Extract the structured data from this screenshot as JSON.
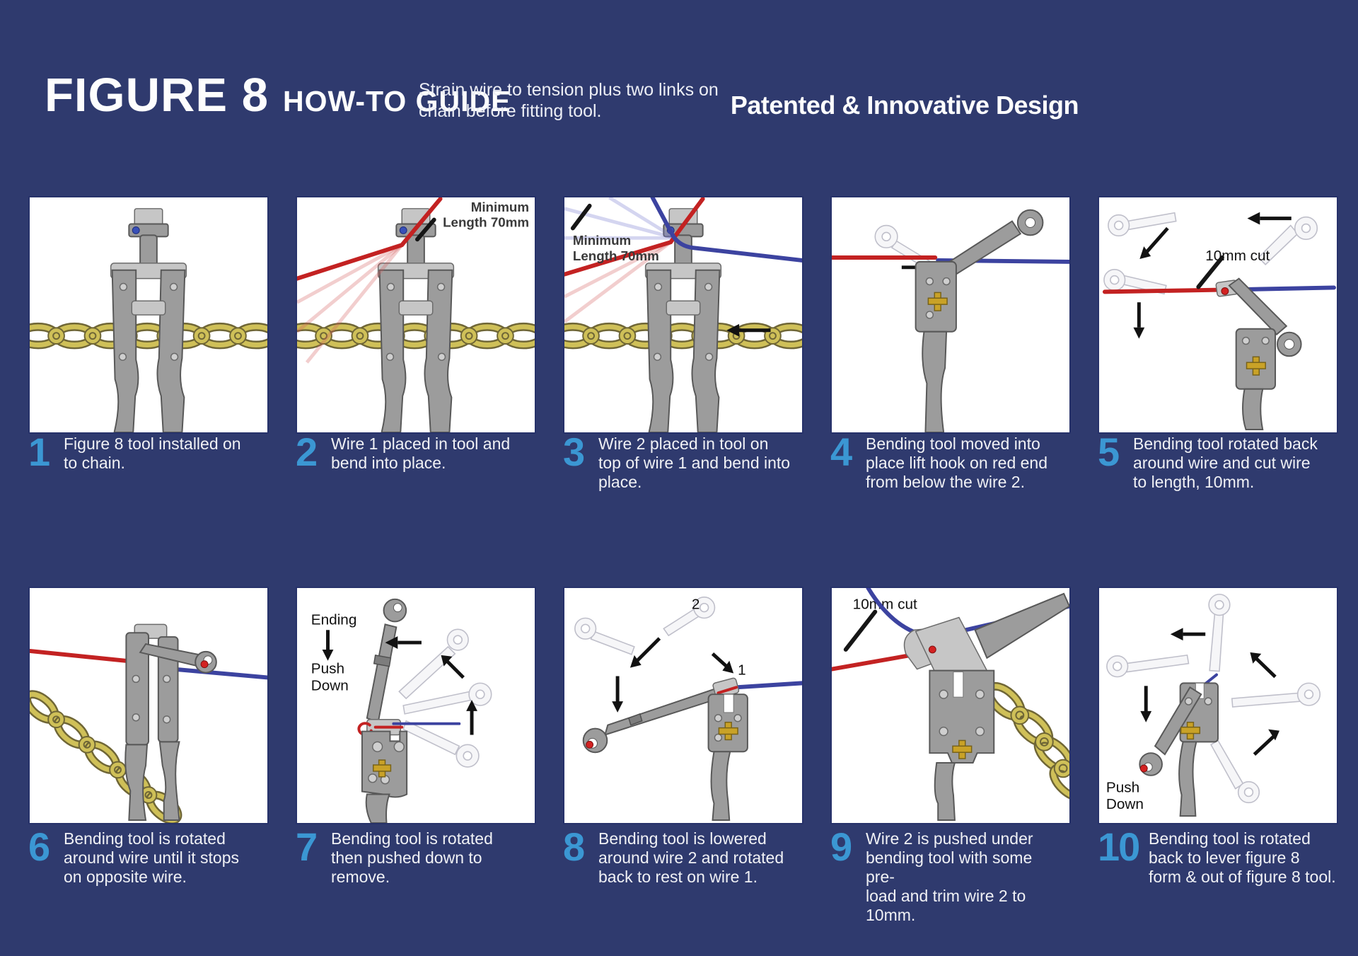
{
  "header": {
    "title_main": "FIGURE 8",
    "title_sub": "HOW-TO GUIDE",
    "note": "Strain wire to tension plus two links on\nchain before fitting tool.",
    "tagline": "Patented & Innovative Design"
  },
  "colors": {
    "background": "#2f3a6e",
    "panel": "#ffffff",
    "step_number": "#3b97d3",
    "caption_text": "#f0f1f5",
    "wire_red": "#c32222",
    "wire_blue": "#3c43a0",
    "chain_yellow": "#cfc058",
    "annotation_dark": "#3a3a3a"
  },
  "annotations": {
    "minimum": "Minimum",
    "length_70mm": "Length 70mm",
    "cut_10mm": "10mm cut",
    "ending": "Ending",
    "push": "Push",
    "down": "Down",
    "wire_1": "1",
    "wire_2": "2"
  },
  "steps": [
    {
      "number": "1",
      "caption": "Figure 8 tool installed on\nto chain."
    },
    {
      "number": "2",
      "caption": "Wire 1 placed in tool and\nbend into place."
    },
    {
      "number": "3",
      "caption": "Wire 2 placed in tool on\ntop of wire 1 and bend into\nplace."
    },
    {
      "number": "4",
      "caption": "Bending tool moved into\nplace lift hook on red end\nfrom below the wire 2."
    },
    {
      "number": "5",
      "caption": "Bending tool rotated back\naround wire and cut wire\nto length, 10mm."
    },
    {
      "number": "6",
      "caption": "Bending tool is rotated\naround wire until it stops\non opposite wire."
    },
    {
      "number": "7",
      "caption": "Bending tool is rotated\nthen pushed down to\nremove."
    },
    {
      "number": "8",
      "caption": "Bending tool is lowered\naround wire 2 and rotated\nback to rest on wire 1."
    },
    {
      "number": "9",
      "caption": "Wire 2 is pushed under\nbending tool with some pre-\nload and trim wire 2 to 10mm."
    },
    {
      "number": "10",
      "caption": "Bending tool is rotated\nback to lever figure 8\nform & out of figure 8 tool."
    }
  ]
}
